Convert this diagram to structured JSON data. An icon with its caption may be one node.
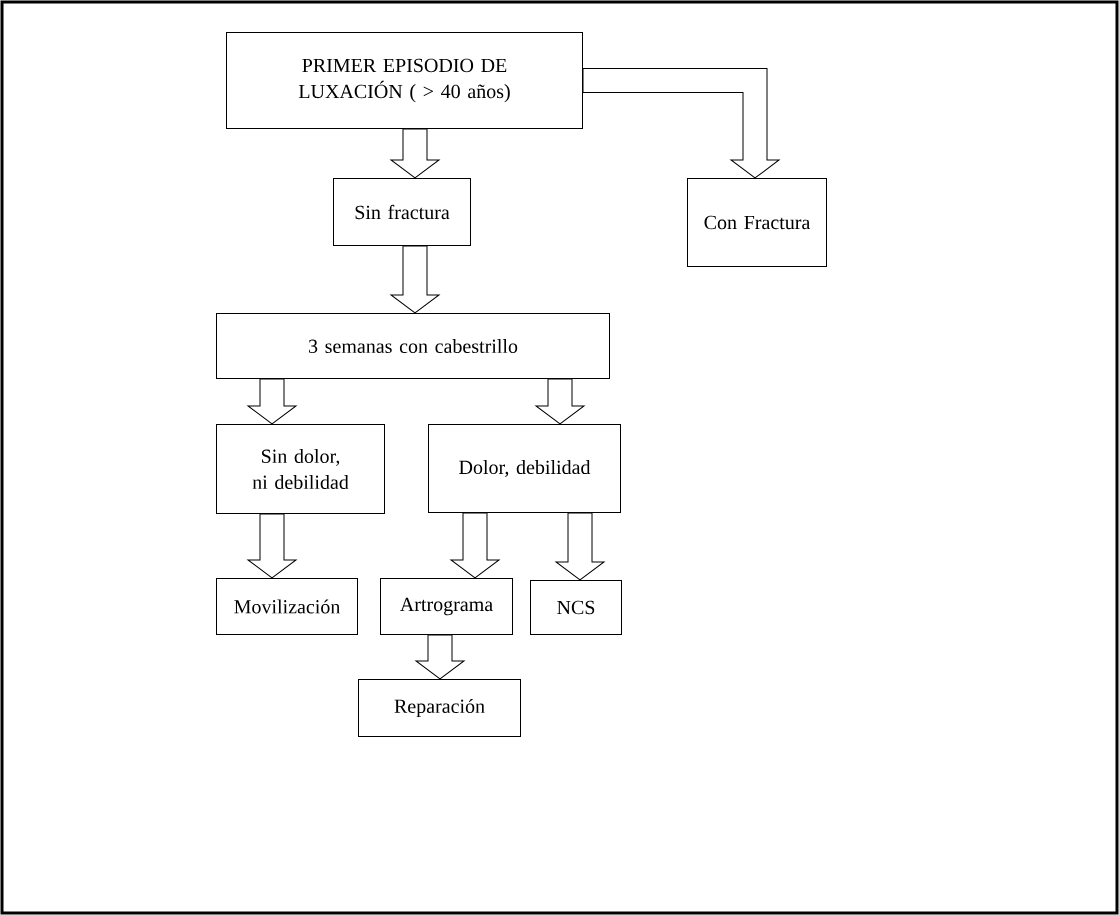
{
  "diagram": {
    "nodes": [
      {
        "text": [
          "PRIMER EPISODIO DE LUXACIÓN ( > 40 años)"
        ]
      },
      {
        "text": [
          "Sin fractura"
        ]
      },
      {
        "text": [
          "Con Fractura"
        ]
      },
      {
        "text": [
          "3 semanas con cabestrillo"
        ]
      },
      {
        "text": [
          "Sin dolor, ni debilidad"
        ]
      },
      {
        "text": [
          "Dolor, debilidad"
        ]
      },
      {
        "text": [
          "Movilización"
        ]
      },
      {
        "text": [
          "Artrograma"
        ]
      },
      {
        "text": [
          "NCS"
        ]
      },
      {
        "text": [
          "Reparación"
        ]
      }
    ],
    "edges": [
      {
        "from": 0,
        "to": 1,
        "arrow": "to"
      },
      {
        "from": 0,
        "to": 2,
        "arrow": "to"
      },
      {
        "from": 1,
        "to": 3,
        "arrow": "to"
      },
      {
        "from": 3,
        "to": 4,
        "arrow": "to"
      },
      {
        "from": 3,
        "to": 5,
        "arrow": "to"
      },
      {
        "from": 4,
        "to": 6,
        "arrow": "to"
      },
      {
        "from": 5,
        "to": 7,
        "arrow": "to"
      },
      {
        "from": 5,
        "to": 8,
        "arrow": "to"
      },
      {
        "from": 7,
        "to": 9,
        "arrow": "to"
      }
    ]
  }
}
